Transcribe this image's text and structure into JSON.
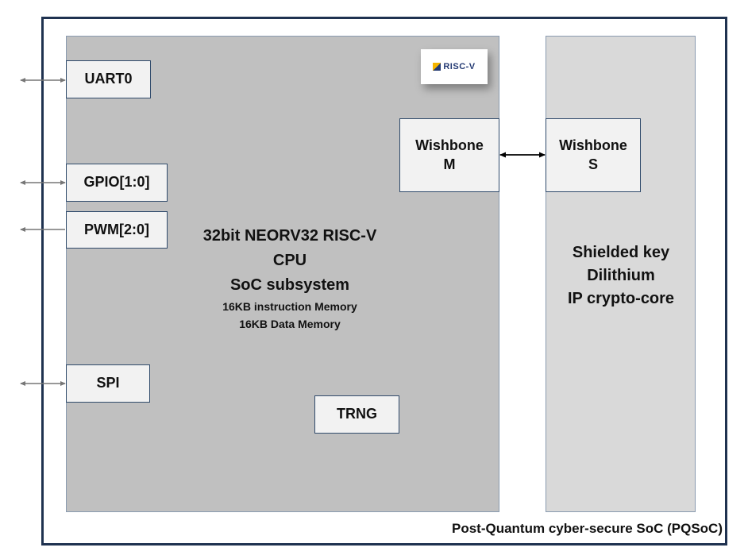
{
  "soc_label": "Post-Quantum cyber-secure SoC (PQSoC)",
  "cpu": {
    "lines": [
      "32bit NEORV32 RISC-V",
      "CPU",
      "SoC subsystem"
    ],
    "memory_lines": [
      "16KB instruction Memory",
      "16KB Data Memory"
    ]
  },
  "logo": {
    "text": "RISC-V"
  },
  "peripherals": {
    "uart": "UART0",
    "gpio": "GPIO[1:0]",
    "pwm": "PWM[2:0]",
    "spi": "SPI",
    "trng": "TRNG"
  },
  "wishbone_m": {
    "line1": "Wishbone",
    "line2": "M"
  },
  "wishbone_s": {
    "line1": "Wishbone",
    "line2": "S"
  },
  "crypto_core": {
    "lines": [
      "Shielded key",
      "Dilithium",
      "IP crypto-core"
    ]
  },
  "colors": {
    "outer_border": "#1f3250",
    "cpu_fill": "#c0c0c0",
    "core_fill": "#d9d9d9",
    "box_fill": "#f2f2f2",
    "box_border": "#2f4a6b"
  }
}
